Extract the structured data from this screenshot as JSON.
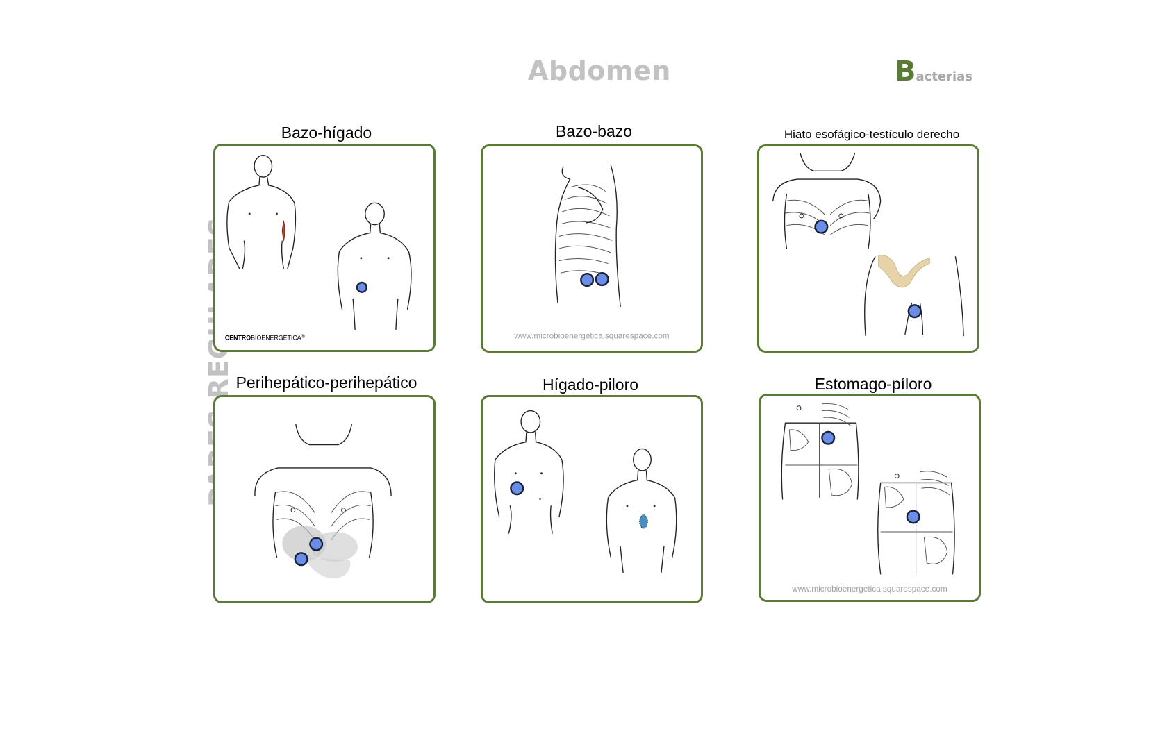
{
  "header": {
    "title": "Abdomen",
    "brand_initial": "B",
    "brand_rest": "acterias"
  },
  "side_label": "PARES REGULARES",
  "panels": [
    {
      "title": "Bazo-hígado",
      "logo_bold": "CENTRO",
      "logo_rest": "BIOENERGETICA",
      "logo_mark": "®"
    },
    {
      "title": "Bazo-bazo",
      "watermark": "www.microbioenergetica.squarespace.com"
    },
    {
      "title": "Hiato esofágico-testículo derecho"
    },
    {
      "title": "Perihepático-perihepático"
    },
    {
      "title": "Hígado-piloro"
    },
    {
      "title": "Estomago-píloro",
      "watermark": "www.microbioenergetica.squarespace.com"
    }
  ],
  "colors": {
    "accent_green": "#5a7a35",
    "heading_gray": "#c2c2c2",
    "point_blue": "#6a8ee8",
    "marker_red": "#b5432c"
  }
}
